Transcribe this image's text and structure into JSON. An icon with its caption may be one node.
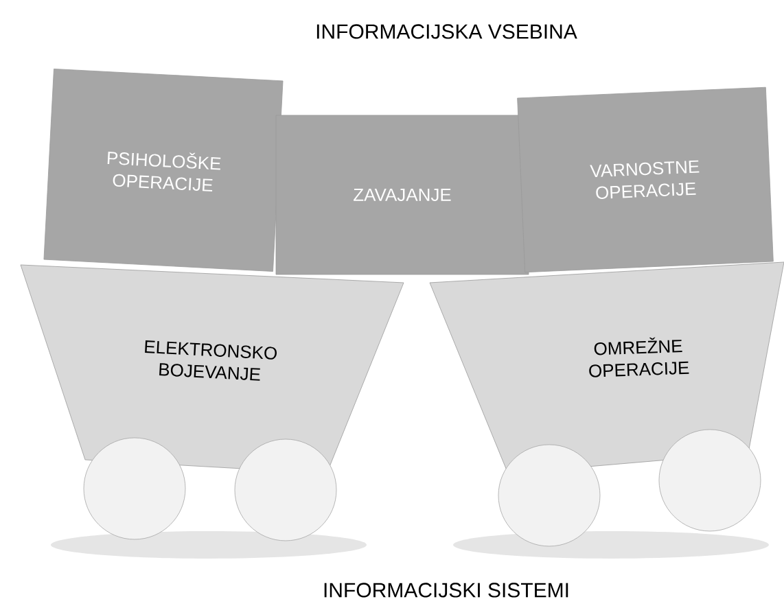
{
  "diagram": {
    "nodes": [
      {
        "text": [
          "PSIHOLOŠKE OPERACIJE"
        ]
      },
      {
        "text": [
          "ZAVAJANJE"
        ]
      },
      {
        "text": [
          "VARNOSTNE OPERACIJE"
        ]
      },
      {
        "text": [
          "ELEKTRONSKO BOJEVANJE"
        ]
      },
      {
        "text": [
          "OMREŽNE OPERACIJE"
        ]
      }
    ],
    "labels": [
      "INFORMACIJSKA VSEBINA",
      "INFORMACIJSKI SISTEMI"
    ]
  }
}
